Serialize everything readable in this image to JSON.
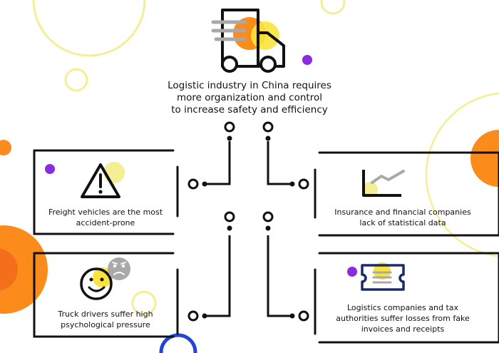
{
  "headline": {
    "text": "Logistic industry in China requires\nmore organization and control\nto increase safety and efficiency"
  },
  "boxes": {
    "freight": {
      "text": "Freight vehicles are the most\naccident-prone",
      "icon": "warning-triangle-icon"
    },
    "drivers": {
      "text": "Truck drivers suffer high\npsychological pressure",
      "icon": "smiley-face-icon"
    },
    "insurance": {
      "text": "Insurance and financial companies\nlack of statistical data",
      "icon": "line-chart-icon"
    },
    "logistics": {
      "text": "Logistics companies and tax\nauthorities suffer losses from fake\ninvoices and receipts",
      "icon": "receipt-icon"
    }
  },
  "colors": {
    "orange": "#fb8c1c",
    "yellow": "#f4e55e",
    "purple": "#8a2be2",
    "blue": "#2146d6",
    "gray": "#a9a9a9",
    "line": "#111111"
  }
}
